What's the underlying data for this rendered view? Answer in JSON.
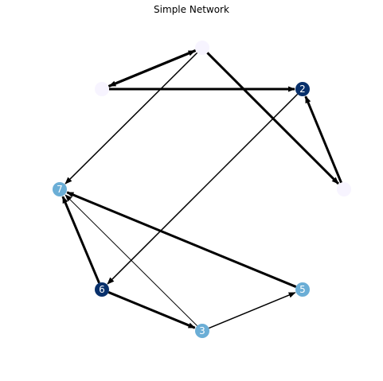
{
  "title": "Simple Network",
  "colors": {
    "edge": "#000000",
    "dark_node": "#08306b",
    "mid_node": "#6baed6",
    "light_node": "#f7f4ff",
    "label_on_dark": "#ffffff"
  },
  "nodes": [
    {
      "id": "n0",
      "label": "",
      "color": "#f7f4ff"
    },
    {
      "id": "n1",
      "label": "",
      "color": "#f7f4ff"
    },
    {
      "id": "n2",
      "label": "2",
      "color": "#08306b"
    },
    {
      "id": "n3",
      "label": "",
      "color": "#f7f4ff"
    },
    {
      "id": "n5",
      "label": "5",
      "color": "#6baed6"
    },
    {
      "id": "n3b",
      "label": "3",
      "color": "#6baed6"
    },
    {
      "id": "n6",
      "label": "6",
      "color": "#08306b"
    },
    {
      "id": "n7",
      "label": "7",
      "color": "#6baed6"
    }
  ],
  "edges": [
    {
      "from": "n0",
      "to": "n1",
      "weight": 3
    },
    {
      "from": "n1",
      "to": "n0",
      "weight": 3
    },
    {
      "from": "n1",
      "to": "n2",
      "weight": 3
    },
    {
      "from": "n0",
      "to": "n3",
      "weight": 3
    },
    {
      "from": "n3",
      "to": "n2",
      "weight": 3
    },
    {
      "from": "n0",
      "to": "n7",
      "weight": 1.5
    },
    {
      "from": "n2",
      "to": "n6",
      "weight": 1.5
    },
    {
      "from": "n5",
      "to": "n7",
      "weight": 3
    },
    {
      "from": "n6",
      "to": "n7",
      "weight": 3
    },
    {
      "from": "n6",
      "to": "n3b",
      "weight": 3
    },
    {
      "from": "n3b",
      "to": "n5",
      "weight": 1.5
    },
    {
      "from": "n3b",
      "to": "n7",
      "weight": 1
    }
  ]
}
